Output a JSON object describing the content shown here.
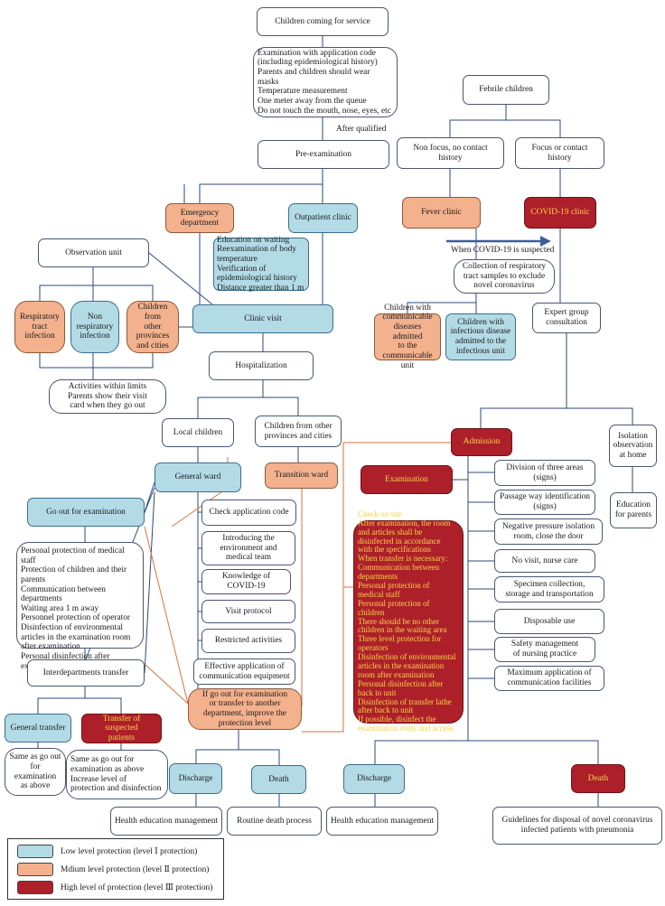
{
  "colors": {
    "low": "#b3dbe6",
    "medium": "#f4b18d",
    "high": "#ad2029",
    "high_text": "#f5d44a",
    "line": "#2c4a7a",
    "line_orange": "#d9723c",
    "arrow": "#3d5d9c"
  },
  "nodes": {
    "children_coming": "Children coming for service",
    "exam_app_code": "Examination with application code\n(including epidemiological history)\nParents and children should wear masks\nTemperature measurement\nOne meter away from the queue\nDo not touch the mouth, nose, eyes, etc",
    "after_qualified": "After qualified",
    "pre_exam": "Pre-examination",
    "febrile": "Febrile children",
    "non_focus": "Non focus, no contact history",
    "focus": "Focus or contact history",
    "emergency": "Emergency\ndepartment",
    "outpatient": "Outpatient clinic",
    "fever_clinic": "Fever clinic",
    "covid_clinic": "COVID-19 clinic",
    "observation_unit": "Observation unit",
    "education_waiting": "Education on waiting\nReexamination of body\n   temperature\nVerification of\n   epidemiological history\nDistance greater than 1 m",
    "when_covid": "When COVID-19 is suspected",
    "collection": "Collection of respiratory\ntract samples to exclude\nnovel coronavirus",
    "expert": "Expert group\nconsultation",
    "resp_tract": "Respiratory\ntract\ninfection",
    "non_resp": "Non\nrespiratory\ninfection",
    "children_other_prov_small": "Children from\nother\nprovinces\nand cities",
    "clinic_visit": "Clinic visit",
    "comm_diseases": "Children with\ncommunicable\ndiseases admitted\nto the\ncommunicable\nunit",
    "infectious_disease": "Children with\ninfectious disease\nadmitted to the\ninfectious unit",
    "hospitalization": "Hospitalization",
    "activities": "Activities within limits\nParents show their visit\ncard when they go out",
    "local_children": "Local children",
    "children_other_prov": "Children from other\nprovinces and cities",
    "admission": "Admission",
    "isolation_home": "Isolation\nobservation\nat home",
    "general_ward": "General ward",
    "transition_ward": "Transition ward",
    "examination": "Examination",
    "division_three": "Division of three areas\n(signs)",
    "go_out_exam": "Go out for examination",
    "check_app_code": "Check application code",
    "education_parents": "Education\nfor parents",
    "passage_way": "Passage way identification\n(signs)",
    "introducing_env": "Introducing the\nenvironment and\nmedical team",
    "negative_pressure": "Negative pressure isolation\nroom, close the door",
    "personal_protection_list": "Personal protection of medical\n   staff\nProtection of children and their\n   parents\nCommunication between\n   departments\nWaiting area 1 m away\nPersonnel protection of operator\nDisinfection of environmental\n   articles in the examination room\n   after examination\nPersonal disinfection after\n   examination",
    "knowledge_covid": "Knowledge of\nCOVID-19",
    "no_visit": "No visit, nurse care",
    "check_on_site": "Check on site\nAfter examination, the room and articles shall be\n   disinfected in accordance\n   with the specifications\nWhen transfer is necessary:\nCommunication between\n   departments\nPersonal protection of\n   medical staff\nPersonal protection of\n   children\nThere should be no other\n   children in the waiting area\nThree level protection for\n   operators\nDisinfection of environmental\n   articles in the examination\n   room after examination\nPersonal disinfection after\n   back to unit\nDisinfection of transfer lathe\n   after back to unit\nIf possible, disinfect the\n   examination route and access",
    "visit_protocol": "Visit protocol",
    "specimen": "Specimen collection,\nstorage and transportation",
    "restricted": "Restricted activities",
    "disposable": "Disposable use",
    "effective_app": "Effective application of\ncommunication equipment",
    "safety_mgmt": "Safety management\nof nursing practice",
    "interdept": "Interdepartments transfer",
    "max_app": "Maximum application of\ncommunication facilities",
    "if_go_out": "If go out for examination\nor transfer to another\ndepartment, improve the\nprotection level",
    "general_transfer": "General transfer",
    "transfer_suspected": "Transfer of suspected\npatients",
    "same_as_go_out": "Same as go out\nfor examination\nas above",
    "same_as_go_out_2": "Same as go out for\n   examination as above\nIncrease level of\n   protection and disinfection",
    "discharge_1": "Discharge",
    "death_1": "Death",
    "discharge_2": "Discharge",
    "death_2": "Death",
    "health_edu_1": "Health education management",
    "routine_death": "Routine death process",
    "health_edu_2": "Health education management",
    "guidelines": "Guidelines for disposal of novel coronavirus\ninfected patients with pneumonia"
  },
  "legend": {
    "low": "Low level protection (level Ⅰ protection)",
    "medium": "Mdium level protection (level Ⅱ protection)",
    "high": "High level of protection (level Ⅲ protection)"
  }
}
